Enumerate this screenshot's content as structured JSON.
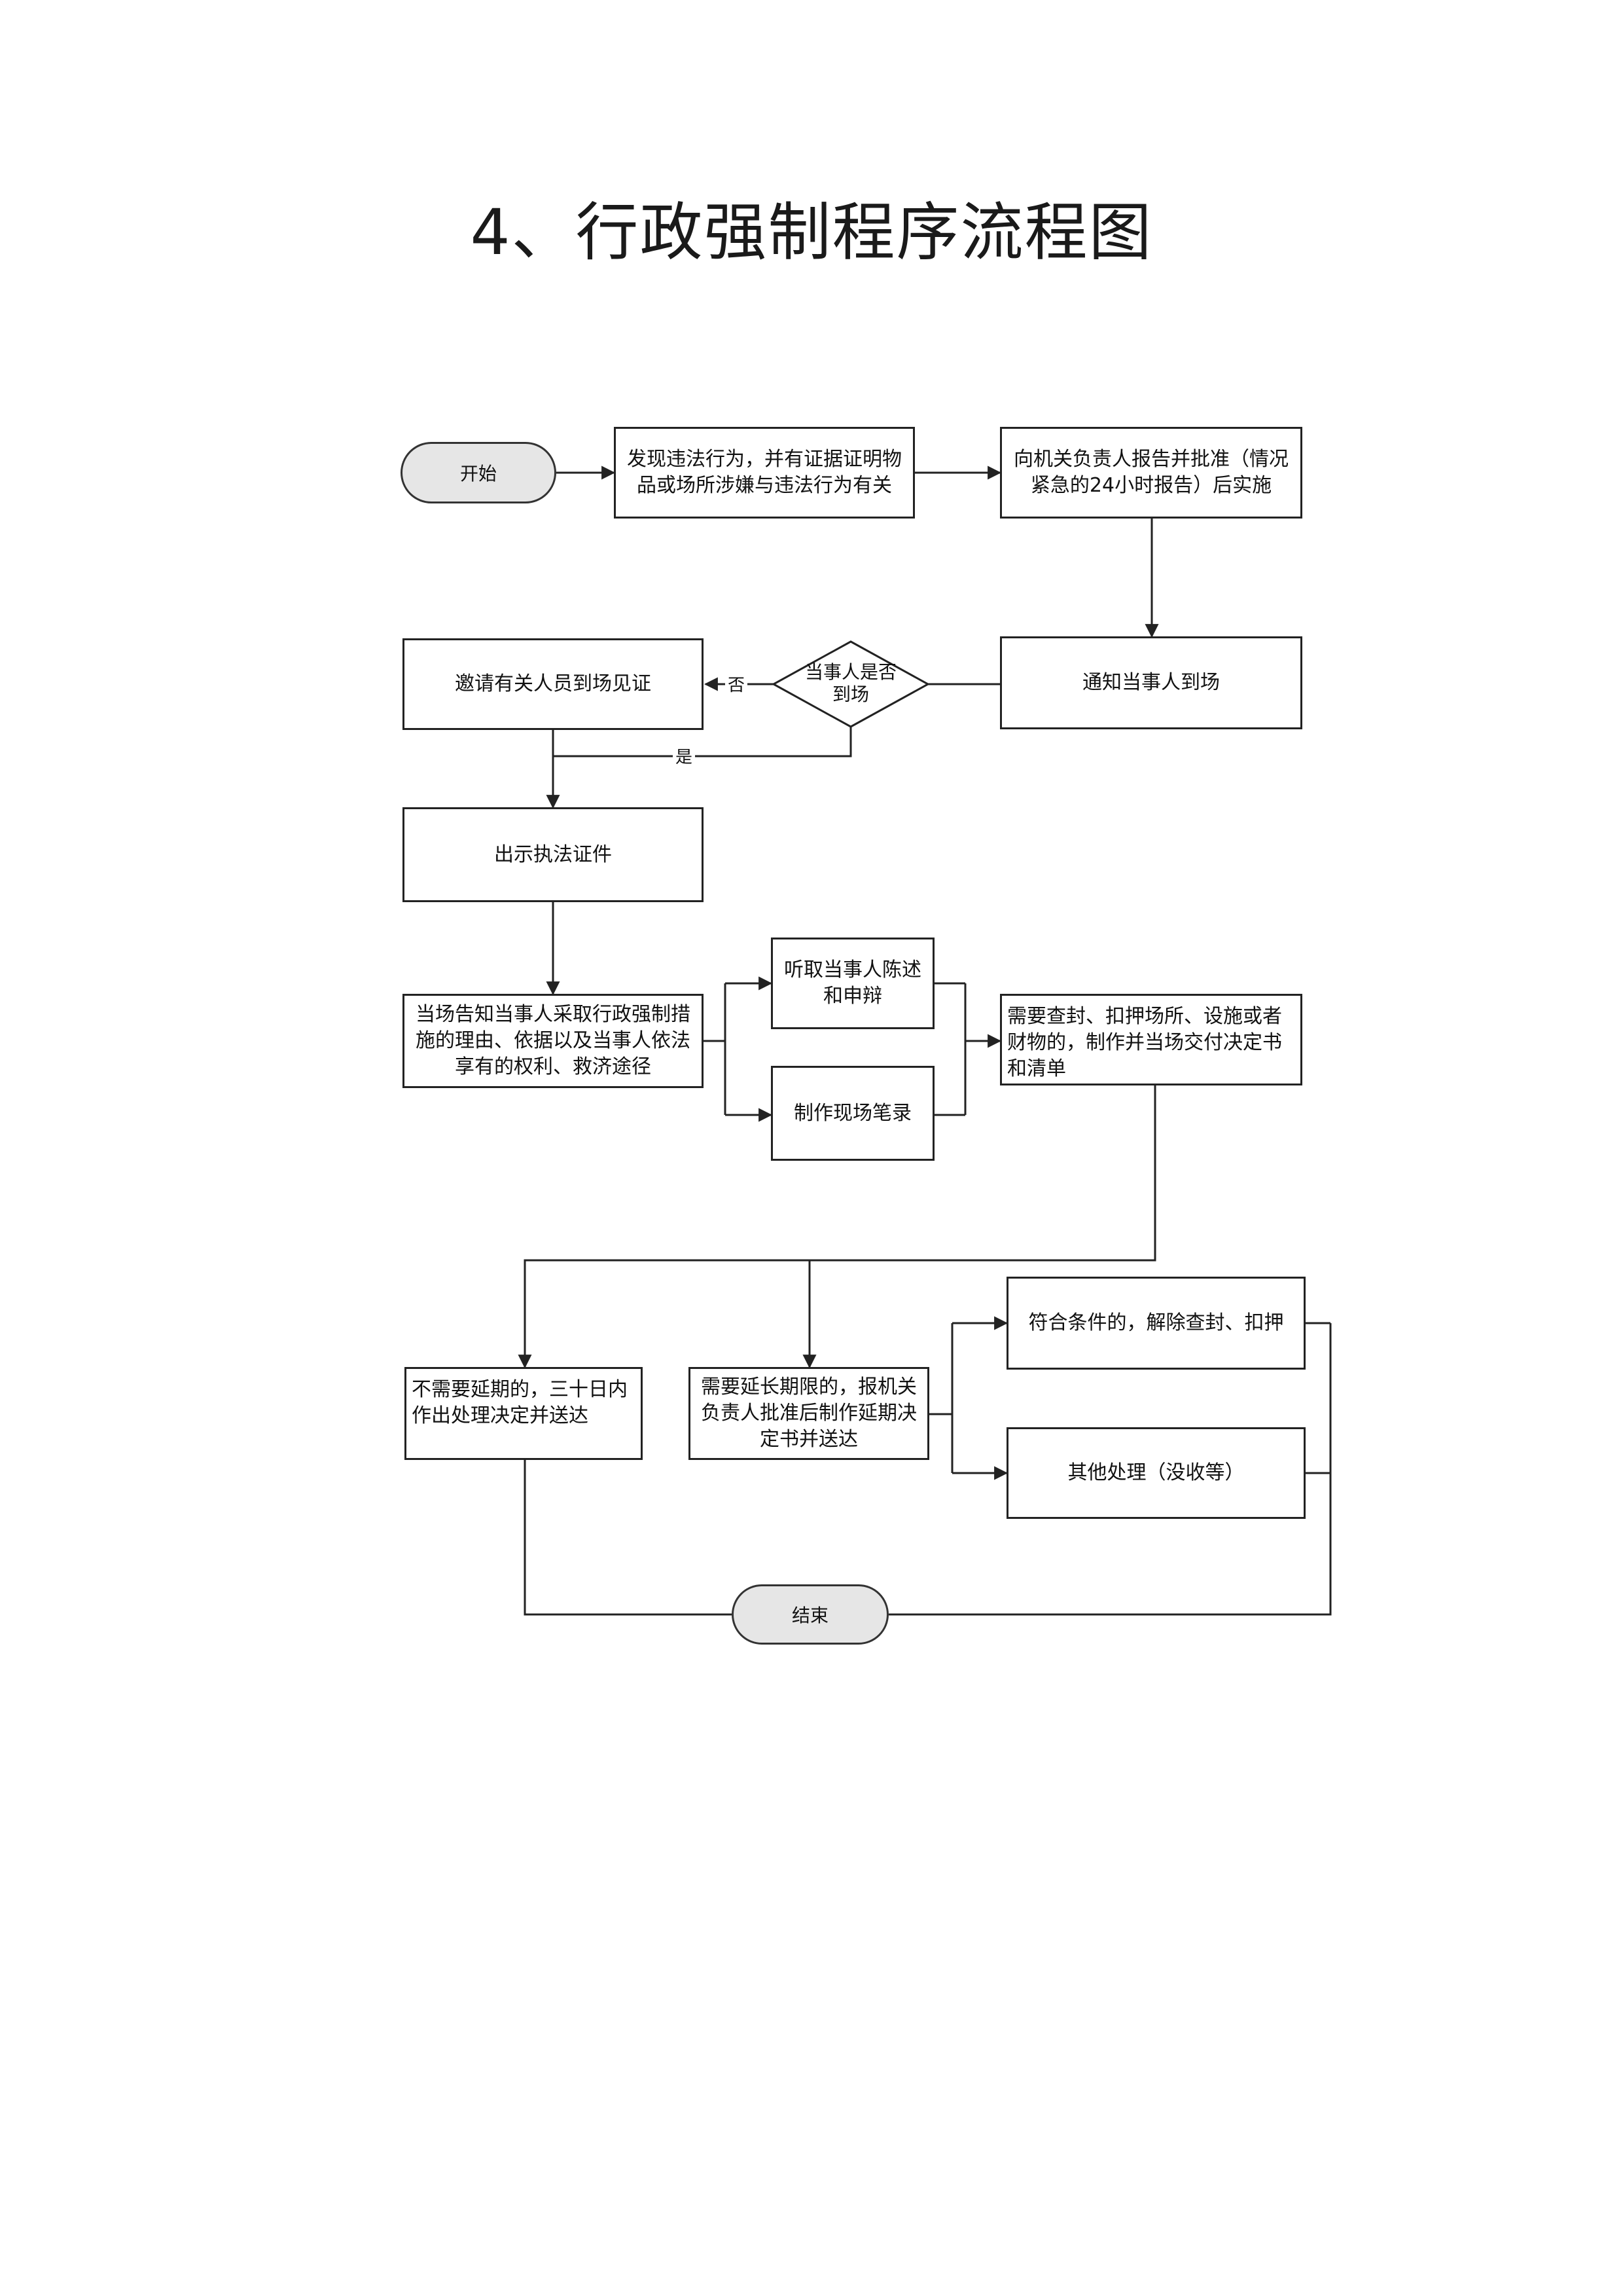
{
  "title": "4、行政强制程序流程图",
  "nodes": {
    "start": "开始",
    "discover": "发现违法行为，并有证据证明物品或场所涉嫌与违法行为有关",
    "report": "向机关负责人报告并批准（情况紧急的24小时报告）后实施",
    "notify": "通知当事人到场",
    "decision": "当事人是否到场",
    "invite_witness": "邀请有关人员到场见证",
    "show_id": "出示执法证件",
    "inform": "当场告知当事人采取行政强制措施的理由、依据以及当事人依法享有的权利、救济途径",
    "hear_statement": "听取当事人陈述和申辩",
    "make_record": "制作现场笔录",
    "seal_detain": "需要查封、扣押场所、设施或者财物的，制作并当场交付决定书和清单",
    "no_extension": "不需要延期的，三十日内作出处理决定并送达",
    "extension": "需要延长期限的，报机关负责人批准后制作延期决定书并送达",
    "release": "符合条件的，解除查封、扣押",
    "other": "其他处理（没收等）",
    "end": "结束"
  },
  "edge_labels": {
    "no": "否",
    "yes": "是"
  }
}
